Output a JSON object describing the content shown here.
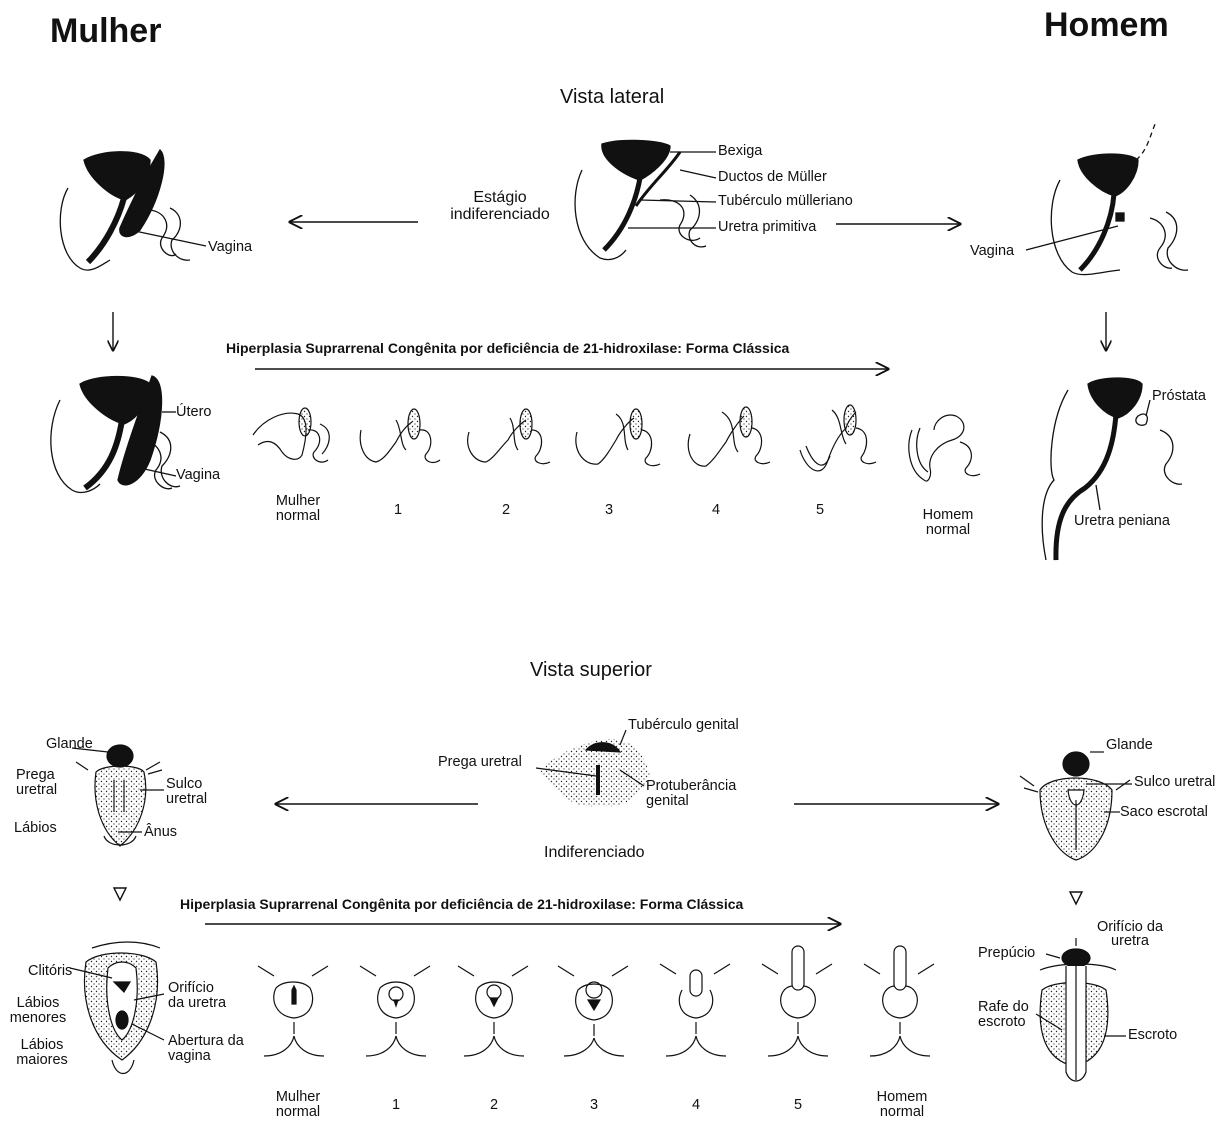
{
  "headers": {
    "female": "Mulher",
    "male": "Homem"
  },
  "lateral": {
    "title": "Vista lateral",
    "indiff_stage": [
      "Estágio",
      "indiferenciado"
    ],
    "center_labels": [
      "Bexiga",
      "Ductos de Müller",
      "Tubérculo mülleriano",
      "Uretra primitiva"
    ],
    "female_top_label": "Vagina",
    "male_top_label": "Vagina",
    "female_bottom_labels": [
      "Útero",
      "Vagina"
    ],
    "male_bottom_labels": [
      "Próstata",
      "Uretra peniana"
    ],
    "cah_title": "Hiperplasia Suprarrenal Congênita por deficiência de 21-hidroxilase: Forma Clássica",
    "stages": [
      [
        "Mulher",
        "normal"
      ],
      [
        "1"
      ],
      [
        "2"
      ],
      [
        "3"
      ],
      [
        "4"
      ],
      [
        "5"
      ],
      [
        "Homem",
        "normal"
      ]
    ]
  },
  "superior": {
    "title": "Vista superior",
    "indiff": "Indiferenciado",
    "center_labels": [
      "Tubérculo genital",
      "Prega uretral",
      "Protuberância",
      "genital"
    ],
    "female_top_labels": [
      "Glande",
      "Prega",
      "uretral",
      "Sulco",
      "uretral",
      "Lábios",
      "Ânus"
    ],
    "male_top_labels": [
      "Glande",
      "Sulco uretral",
      "Saco escrotal"
    ],
    "female_bottom_labels": [
      "Clitóris",
      "Lábios",
      "menores",
      "Lábios",
      "maiores",
      "Orifício",
      "da uretra",
      "Abertura da",
      "vagina"
    ],
    "male_bottom_labels": [
      "Orifício da",
      "uretra",
      "Prepúcio",
      "Rafe do",
      "escroto",
      "Escroto"
    ],
    "cah_title": "Hiperplasia Suprarrenal Congênita por deficiência de 21-hidroxilase: Forma Clássica",
    "stages": [
      [
        "Mulher",
        "normal"
      ],
      [
        "1"
      ],
      [
        "2"
      ],
      [
        "3"
      ],
      [
        "4"
      ],
      [
        "5"
      ],
      [
        "Homem",
        "normal"
      ]
    ]
  }
}
